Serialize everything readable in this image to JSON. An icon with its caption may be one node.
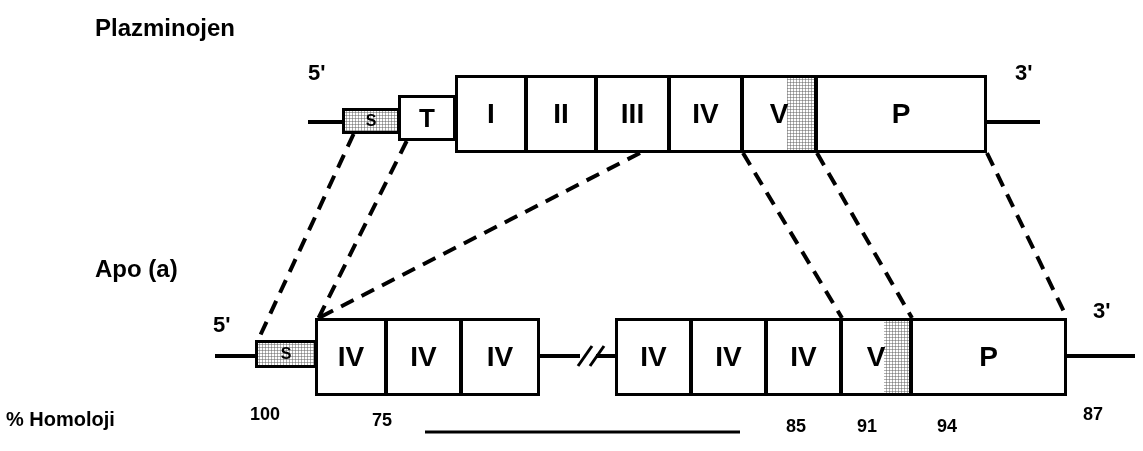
{
  "diagram": {
    "nodes": [
      {
        "text": [
          "S"
        ]
      },
      {
        "text": [
          "T"
        ]
      },
      {
        "text": [
          "I"
        ]
      },
      {
        "text": [
          "II"
        ]
      },
      {
        "text": [
          "III"
        ]
      },
      {
        "text": [
          "IV"
        ]
      },
      {
        "text": [
          "V"
        ]
      },
      {
        "text": [
          "P"
        ]
      },
      {
        "text": [
          "S"
        ]
      },
      {
        "text": [
          "IV"
        ]
      },
      {
        "text": [
          "IV"
        ]
      },
      {
        "text": [
          "IV"
        ]
      },
      {
        "text": [
          "IV"
        ]
      },
      {
        "text": [
          "IV"
        ]
      },
      {
        "text": [
          "IV"
        ]
      },
      {
        "text": [
          "V"
        ]
      },
      {
        "text": [
          "P"
        ]
      }
    ],
    "edges": [
      {
        "from": 0,
        "to": 8,
        "arrow": "none",
        "style": "dashed"
      },
      {
        "from": 1,
        "to": 9,
        "arrow": "none",
        "style": "dashed"
      },
      {
        "from": 4,
        "to": 9,
        "arrow": "none",
        "style": "dashed"
      },
      {
        "from": 5,
        "to": 14,
        "arrow": "none",
        "style": "dashed"
      },
      {
        "from": 6,
        "to": 15,
        "arrow": "none",
        "style": "dashed"
      },
      {
        "from": 7,
        "to": 16,
        "arrow": "none",
        "style": "dashed"
      }
    ],
    "labels": [
      "Plazminojen",
      "5'",
      "3'",
      "Apo (a)",
      "5'",
      "3'",
      "% Homoloji",
      "100",
      "75",
      "85",
      "91",
      "94",
      "87"
    ]
  }
}
